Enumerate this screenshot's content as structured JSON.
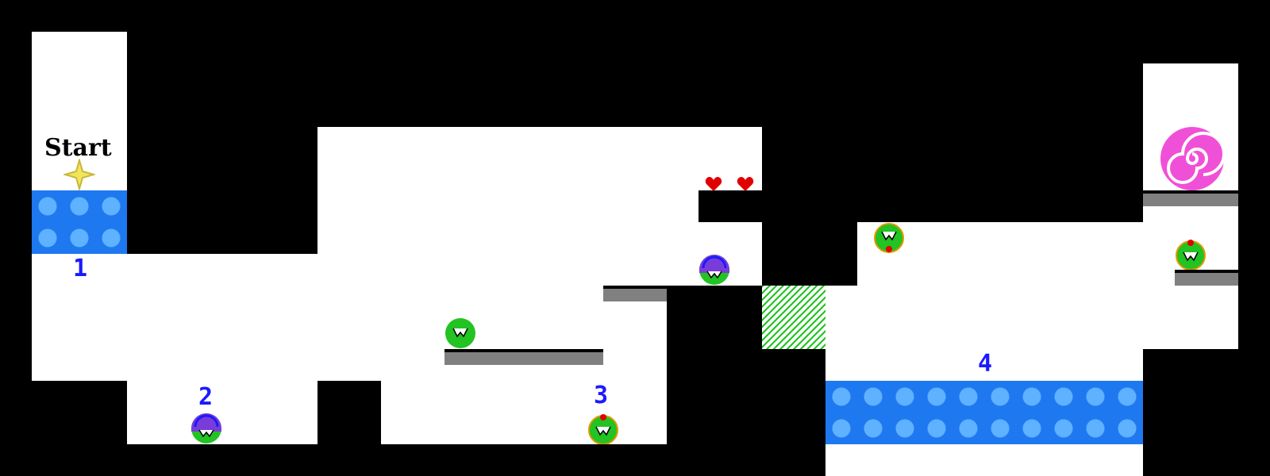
{
  "level": {
    "start_label": "Start",
    "checkpoints": [
      "1",
      "2",
      "3",
      "4"
    ]
  },
  "icons": {
    "start": "sparkle-star-icon",
    "goal": "pink-spiral-portal-icon",
    "heart": "heart-icon",
    "enemy_purple": "purple-helmet-blob",
    "enemy_green": "green-blob",
    "enemy_green_flower": "green-blob-with-flower"
  },
  "colors": {
    "background": "#000000",
    "floor": "#ffffff",
    "water_tile": "#1e78f0",
    "ledge": "#808080",
    "label_blue": "#1a1aff",
    "heart": "#e00000",
    "portal": "#f050d8",
    "hatch": "#22c322"
  }
}
